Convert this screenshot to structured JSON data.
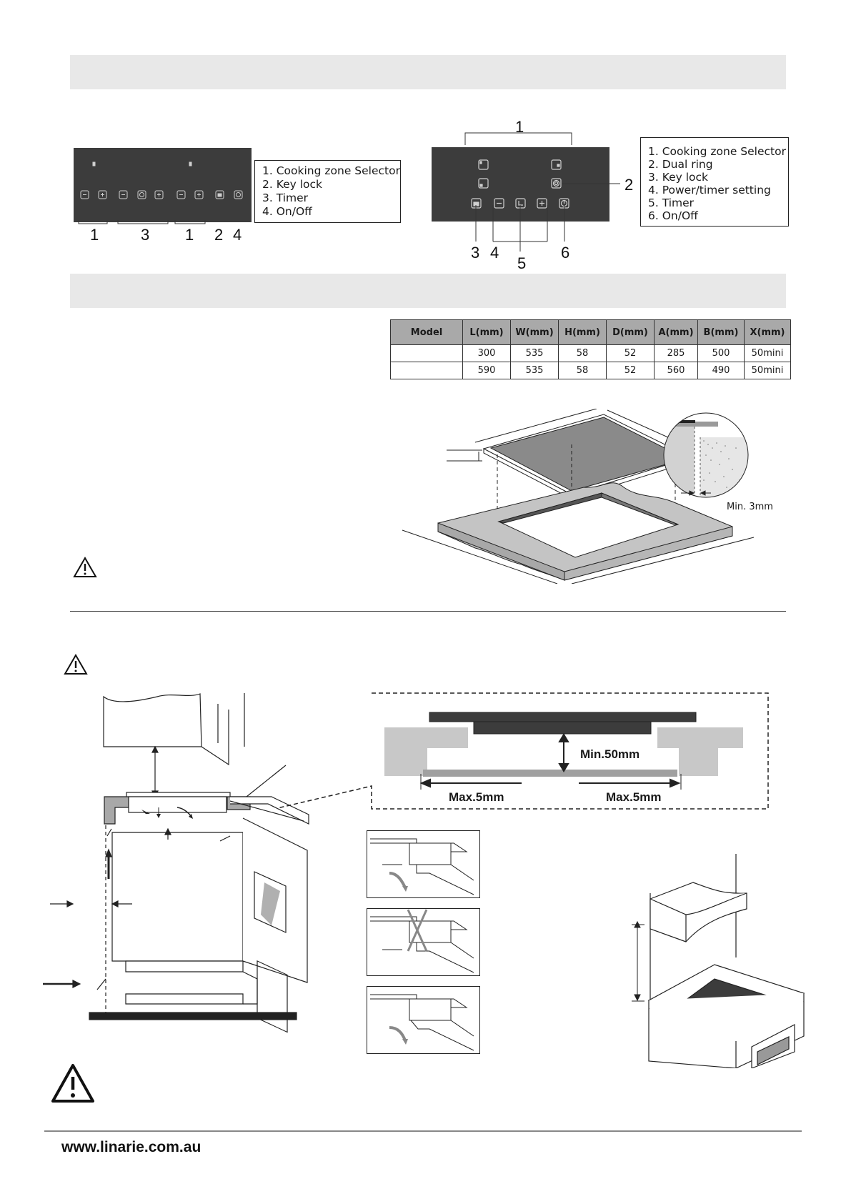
{
  "panel_left": {
    "legend": [
      "1. Cooking zone Selector",
      "2. Key lock",
      "3. Timer",
      "4. On/Off"
    ],
    "callouts": [
      "1",
      "3",
      "1",
      "2",
      "4"
    ]
  },
  "panel_right": {
    "legend": [
      "1. Cooking zone Selector",
      "2. Dual ring",
      "3. Key lock",
      "4. Power/timer setting",
      "5. Timer",
      "6. On/Off"
    ],
    "callouts": [
      "1",
      "2",
      "3",
      "4",
      "5",
      "6"
    ]
  },
  "spec_table": {
    "headers": [
      "Model",
      "L(mm)",
      "W(mm)",
      "H(mm)",
      "D(mm)",
      "A(mm)",
      "B(mm)",
      "X(mm)"
    ],
    "rows": [
      [
        "",
        "300",
        "535",
        "58",
        "52",
        "285",
        "500",
        "50mini"
      ],
      [
        "",
        "590",
        "535",
        "58",
        "52",
        "560",
        "490",
        "50mini"
      ]
    ]
  },
  "cutout_diagram": {
    "gap_label": "Min. 3mm"
  },
  "ventilation_diagram": {
    "clearance_label": "Min.50mm",
    "side_left_label": "Max.5mm",
    "side_right_label": "Max.5mm"
  },
  "footer": {
    "website": "www.linarie.com.au"
  }
}
